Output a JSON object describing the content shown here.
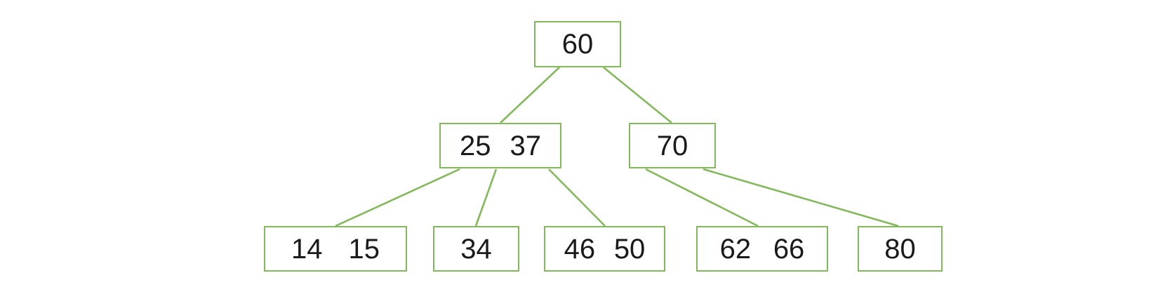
{
  "diagram": {
    "type": "b-tree",
    "accent_color": "#84b85c",
    "text_color": "#1a1a1a",
    "background_color": "#ffffff",
    "nodes": [
      {
        "id": "root",
        "level": 0,
        "keys": [
          "60"
        ]
      },
      {
        "id": "internal-left",
        "level": 1,
        "keys": [
          "25",
          "37"
        ]
      },
      {
        "id": "internal-right",
        "level": 1,
        "keys": [
          "70"
        ]
      },
      {
        "id": "leaf-1",
        "level": 2,
        "keys": [
          "14",
          "15"
        ]
      },
      {
        "id": "leaf-2",
        "level": 2,
        "keys": [
          "34"
        ]
      },
      {
        "id": "leaf-3",
        "level": 2,
        "keys": [
          "46",
          "50"
        ]
      },
      {
        "id": "leaf-4",
        "level": 2,
        "keys": [
          "62",
          "66"
        ]
      },
      {
        "id": "leaf-5",
        "level": 2,
        "keys": [
          "80"
        ]
      }
    ],
    "edges": [
      {
        "from": "root",
        "to": "internal-left"
      },
      {
        "from": "root",
        "to": "internal-right"
      },
      {
        "from": "internal-left",
        "to": "leaf-1"
      },
      {
        "from": "internal-left",
        "to": "leaf-2"
      },
      {
        "from": "internal-left",
        "to": "leaf-3"
      },
      {
        "from": "internal-right",
        "to": "leaf-4"
      },
      {
        "from": "internal-right",
        "to": "leaf-5"
      }
    ]
  }
}
